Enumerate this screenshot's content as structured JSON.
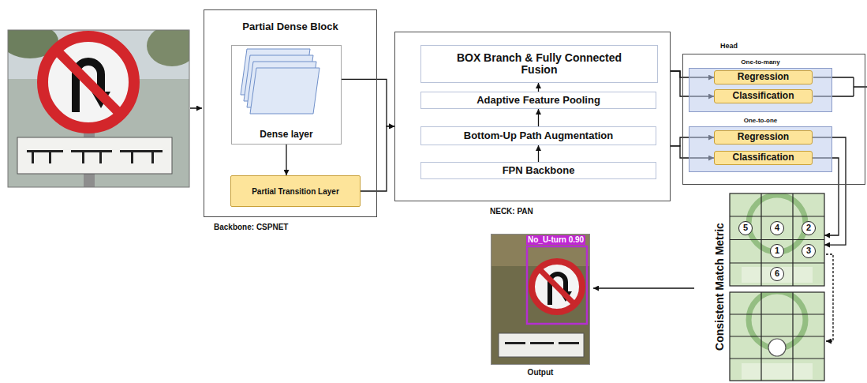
{
  "diagram": {
    "nodes": [
      {
        "text": [
          "Partial Dense Block",
          "Backbone: CSPNET"
        ]
      },
      {
        "text": [
          "Dense layer"
        ],
        "in": 0
      },
      {
        "text": [
          "Partial Transition Layer"
        ],
        "in": 0
      },
      {
        "text": [
          "NECK: PAN"
        ]
      },
      {
        "text": [
          "BOX Branch & Fully Connected Fusion"
        ],
        "in": 3
      },
      {
        "text": [
          "Adaptive Feature Pooling"
        ],
        "in": 3
      },
      {
        "text": [
          "Bottom-Up Path Augmentation"
        ],
        "in": 3
      },
      {
        "text": [
          "FPN Backbone"
        ],
        "in": 3
      },
      {
        "text": [
          "Head"
        ]
      },
      {
        "text": [
          "One-to-many"
        ],
        "in": 8
      },
      {
        "text": [
          "Regression"
        ],
        "in": 9
      },
      {
        "text": [
          "Classification"
        ],
        "in": 9
      },
      {
        "text": [
          "One-to-one"
        ],
        "in": 8
      },
      {
        "text": [
          "Regression"
        ],
        "in": 12
      },
      {
        "text": [
          "Classification"
        ],
        "in": 12
      },
      {
        "text": [
          "No_U-turn 0.90",
          "Output"
        ]
      },
      {
        "text": [
          "5",
          "4",
          "2",
          "1",
          "3",
          "6"
        ]
      }
    ],
    "edges": [
      {
        "from": 1,
        "to": 2,
        "arrow": "to"
      },
      {
        "from": 1,
        "to": 3,
        "arrow": "to"
      },
      {
        "from": 2,
        "to": 3,
        "arrow": "to"
      },
      {
        "from": 7,
        "to": 6,
        "arrow": "to"
      },
      {
        "from": 6,
        "to": 5,
        "arrow": "to"
      },
      {
        "from": 5,
        "to": 4,
        "arrow": "to"
      },
      {
        "from": 3,
        "to": 10,
        "arrow": "to"
      },
      {
        "from": 3,
        "to": 11,
        "arrow": "to"
      },
      {
        "from": 3,
        "to": 13,
        "arrow": "to"
      },
      {
        "from": 3,
        "to": 14,
        "arrow": "to"
      },
      {
        "from": 13,
        "to": 16,
        "arrow": "to"
      },
      {
        "from": 14,
        "to": 16,
        "arrow": "to"
      }
    ],
    "labels": [
      "Consistent Match Metric"
    ]
  }
}
